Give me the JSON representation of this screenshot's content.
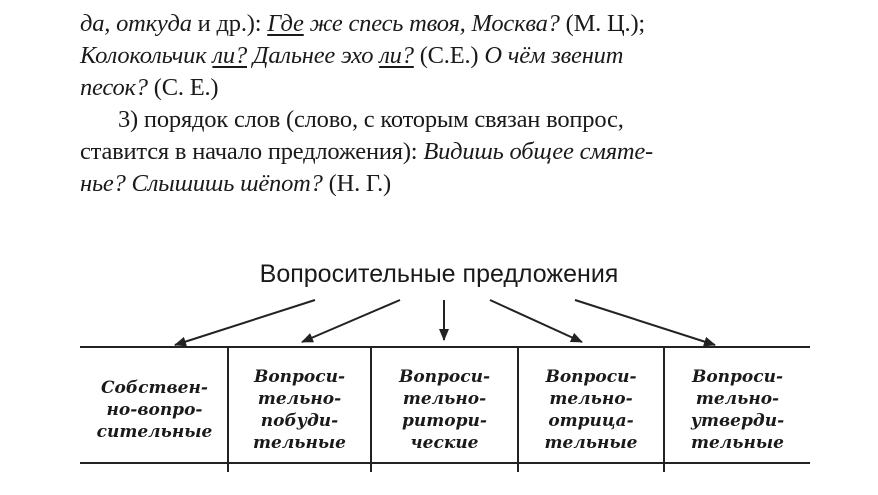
{
  "paragraph": {
    "line1": {
      "a": "да, откуда",
      "b": " и др.): ",
      "c": "Где",
      "d": " же спесь твоя, Москва?",
      "e": " (М. Ц.);"
    },
    "line2": {
      "a": "Колокольчик ",
      "b": "ли?",
      "c": " Дальнее эхо ",
      "d": "ли?",
      "e": " (С.Е.) ",
      "f": "О чём звенит"
    },
    "line3": {
      "a": "песок?",
      "b": " (С. Е.)"
    },
    "line4": "3) порядок слов (слово, с которым связан вопрос,",
    "line5": {
      "a": "ставится в начало предложения): ",
      "b": "Видишь общее смяте-"
    },
    "line6": {
      "a": "нье? Слышишь шёпот?",
      "b": " (Н. Г.)"
    }
  },
  "diagram": {
    "heading": "Вопросительные предложения",
    "cells": [
      "Собствен-\nно-вопро-\nсительные",
      "Вопроси-\nтельно-\nпобуди-\nтельные",
      "Вопроси-\nтельно-\nритори-\nческие",
      "Вопроси-\nтельно-\nотрица-\nтельные",
      "Вопроси-\nтельно-\nутверди-\nтельные"
    ]
  }
}
